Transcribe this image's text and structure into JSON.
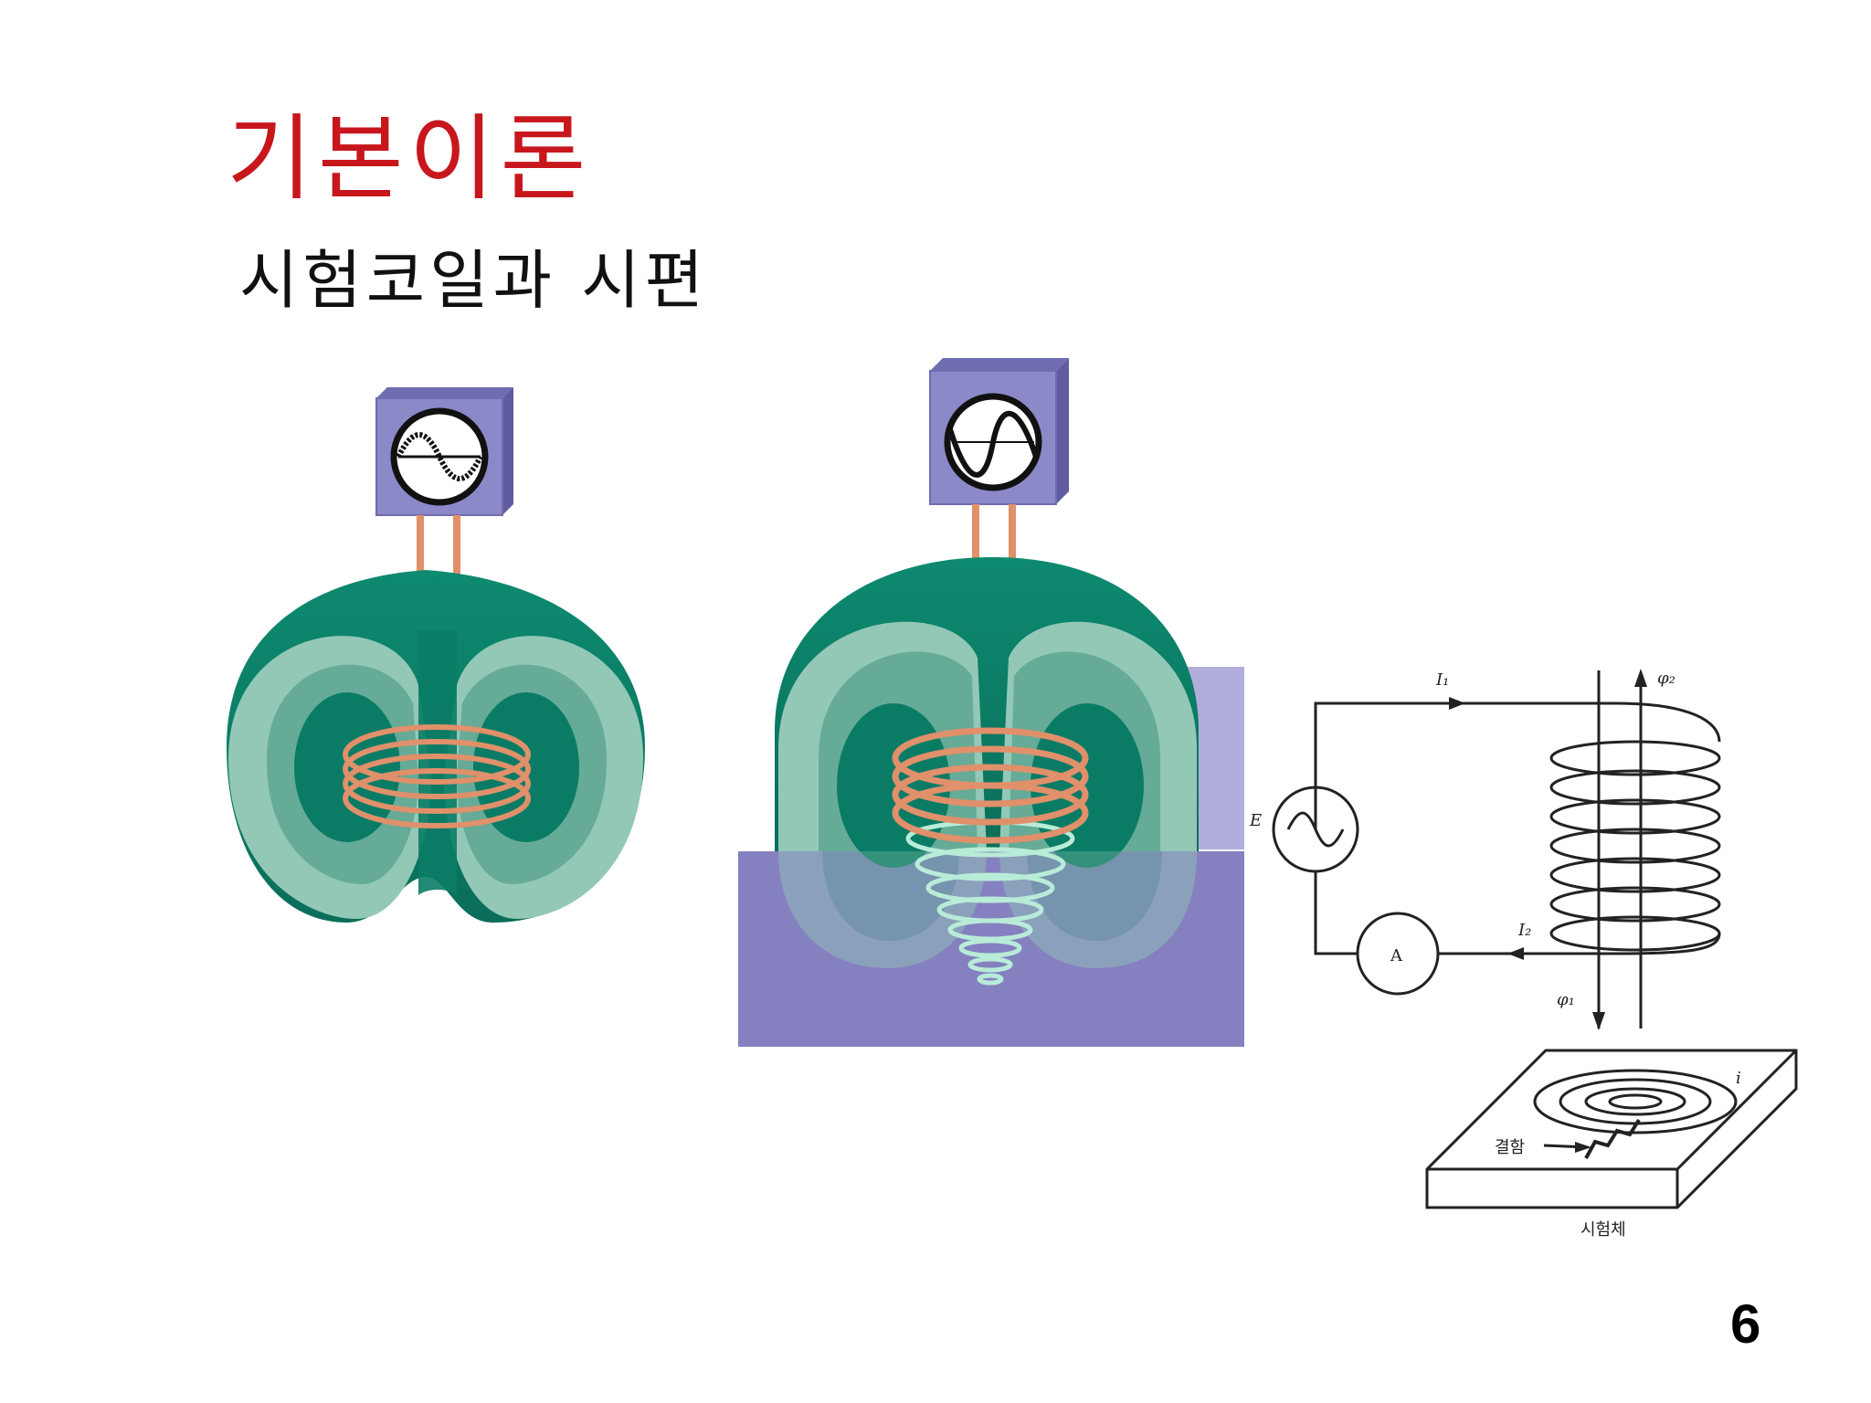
{
  "slide": {
    "title": "기본이론",
    "subtitle": "시험코일과 시편",
    "page_number": "6"
  },
  "circuit": {
    "current_1": "I₁",
    "current_2": "I₂",
    "flux_1": "φ₁",
    "flux_2": "φ₂",
    "source": "E",
    "ammeter": "A",
    "eddy_current": "i",
    "defect_label": "결함",
    "specimen_label": "시험체"
  },
  "colors": {
    "title": "#c8161d",
    "field_dark": "#0a7c66",
    "field_light": "#93c8b6",
    "coil": "#e0906a",
    "instrument": "#8c89c8",
    "specimen": "#8581c0"
  }
}
